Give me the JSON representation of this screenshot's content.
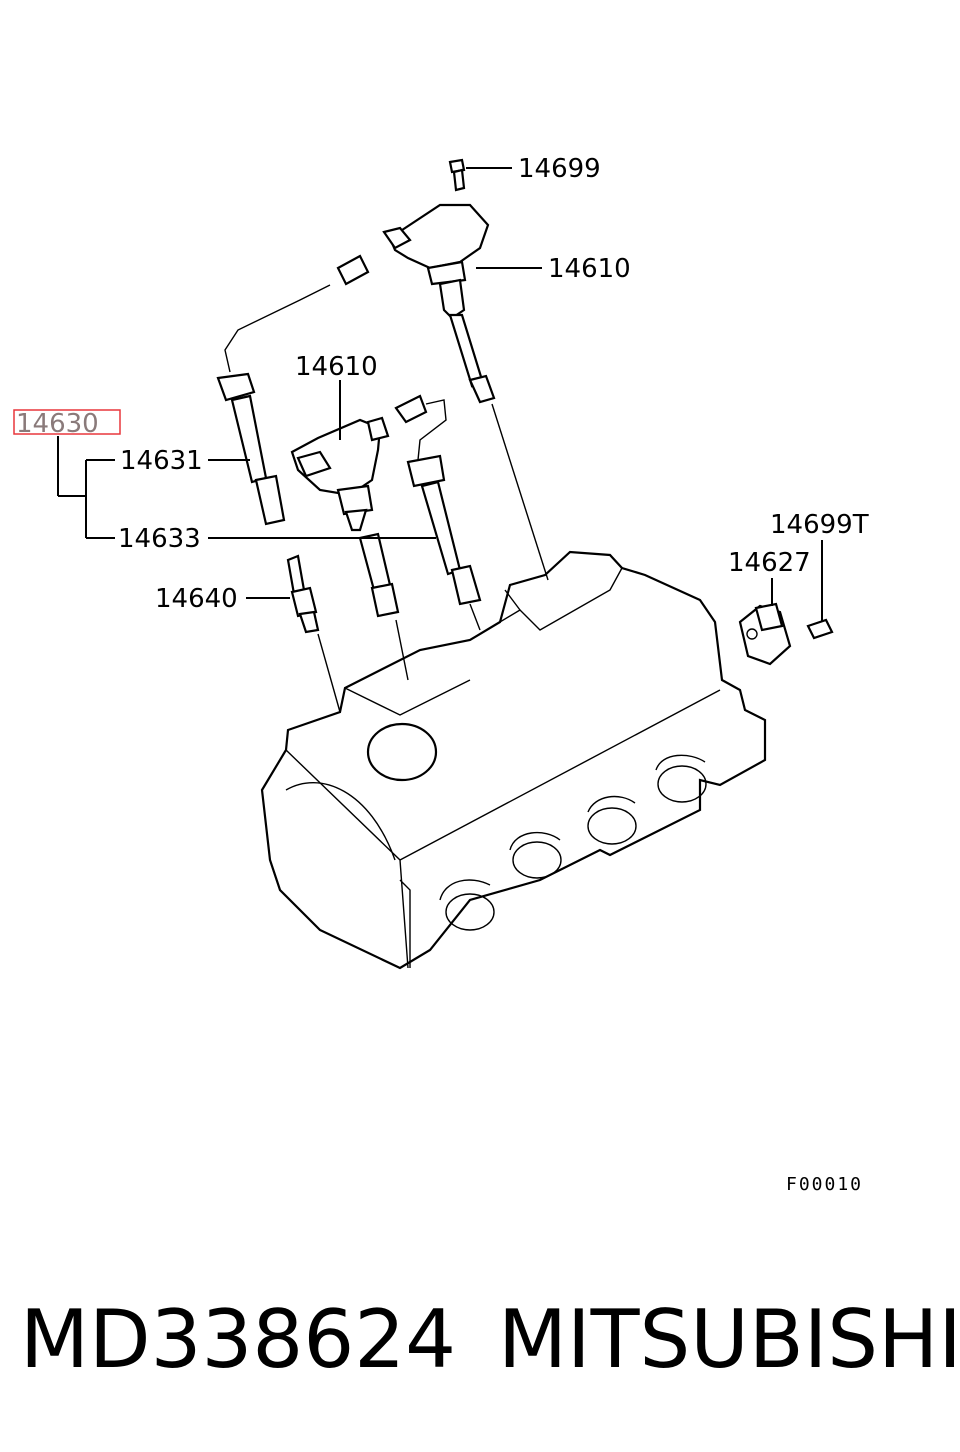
{
  "callouts": {
    "c14699": "14699",
    "c14610_top": "14610",
    "c14610_mid": "14610",
    "c14630": "14630",
    "c14631": "14631",
    "c14633": "14633",
    "c14640": "14640",
    "c14699T": "14699T",
    "c14627": "14627"
  },
  "figure_code": "F00010",
  "footer": {
    "part_number": "MD338624",
    "brand": "MITSUBISHI"
  },
  "colors": {
    "highlight_box": "#e8373c",
    "highlight_text": "#8a7a7a",
    "line": "#000000"
  }
}
